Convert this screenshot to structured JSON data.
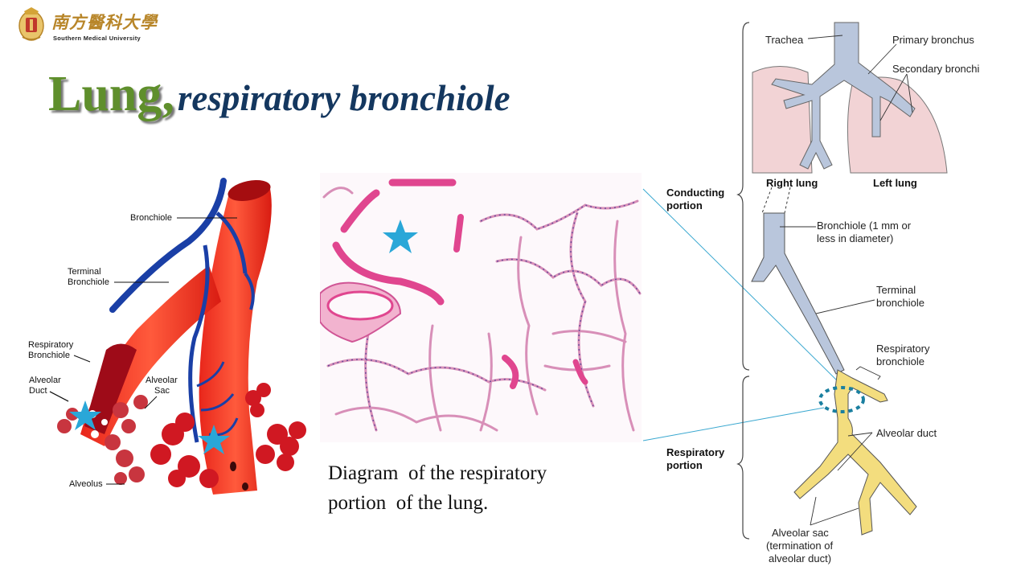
{
  "logo": {
    "name_cn": "南方醫科大學",
    "name_en": "Southern Medical University",
    "icon": "university-emblem-icon"
  },
  "title": {
    "main": "Lung,",
    "subtitle": "respiratory bronchiole",
    "main_color": "#5f8f2c",
    "subtitle_color": "#14375f"
  },
  "left_illustration": {
    "labels": {
      "bronchiole": "Bronchiole",
      "terminal_bronchiole_1": "Terminal",
      "terminal_bronchiole_2": "Bronchiole",
      "respiratory_bronchiole_1": "Respiratory",
      "respiratory_bronchiole_2": "Bronchiole",
      "alveolar_duct_1": "Alveolar",
      "alveolar_duct_2": "Duct",
      "alveolar_sac_1": "Alveolar",
      "alveolar_sac_2": "Sac",
      "alveolus": "Alveolus"
    },
    "markers": [
      "star-marker",
      "star-marker"
    ],
    "marker_color": "#2aa7d8"
  },
  "histology": {
    "description": "H&E stained lung section",
    "marker": "star-marker"
  },
  "caption": {
    "line1": "Diagram  of the respiratory",
    "line2": "portion  of the lung."
  },
  "right_diagram": {
    "labels": {
      "trachea": "Trachea",
      "primary_bronchus": "Primary bronchus",
      "secondary_bronchi": "Secondary bronchi",
      "right_lung": "Right lung",
      "left_lung": "Left lung",
      "conducting_portion_1": "Conducting",
      "conducting_portion_2": "portion",
      "bronchiole_1": "Bronchiole (1 mm or",
      "bronchiole_2": "less in diameter)",
      "terminal_bronchiole_1": "Terminal",
      "terminal_bronchiole_2": "bronchiole",
      "respiratory_bronchiole_1": "Respiratory",
      "respiratory_bronchiole_2": "bronchiole",
      "respiratory_portion_1": "Respiratory",
      "respiratory_portion_2": "portion",
      "alveolar_duct": "Alveolar duct",
      "alveolar_sac_1": "Alveolar sac",
      "alveolar_sac_2": "(termination of",
      "alveolar_sac_3": "alveolar duct)"
    },
    "highlight_color": "#1a7fa0",
    "connector_color": "#3aa8d0"
  }
}
